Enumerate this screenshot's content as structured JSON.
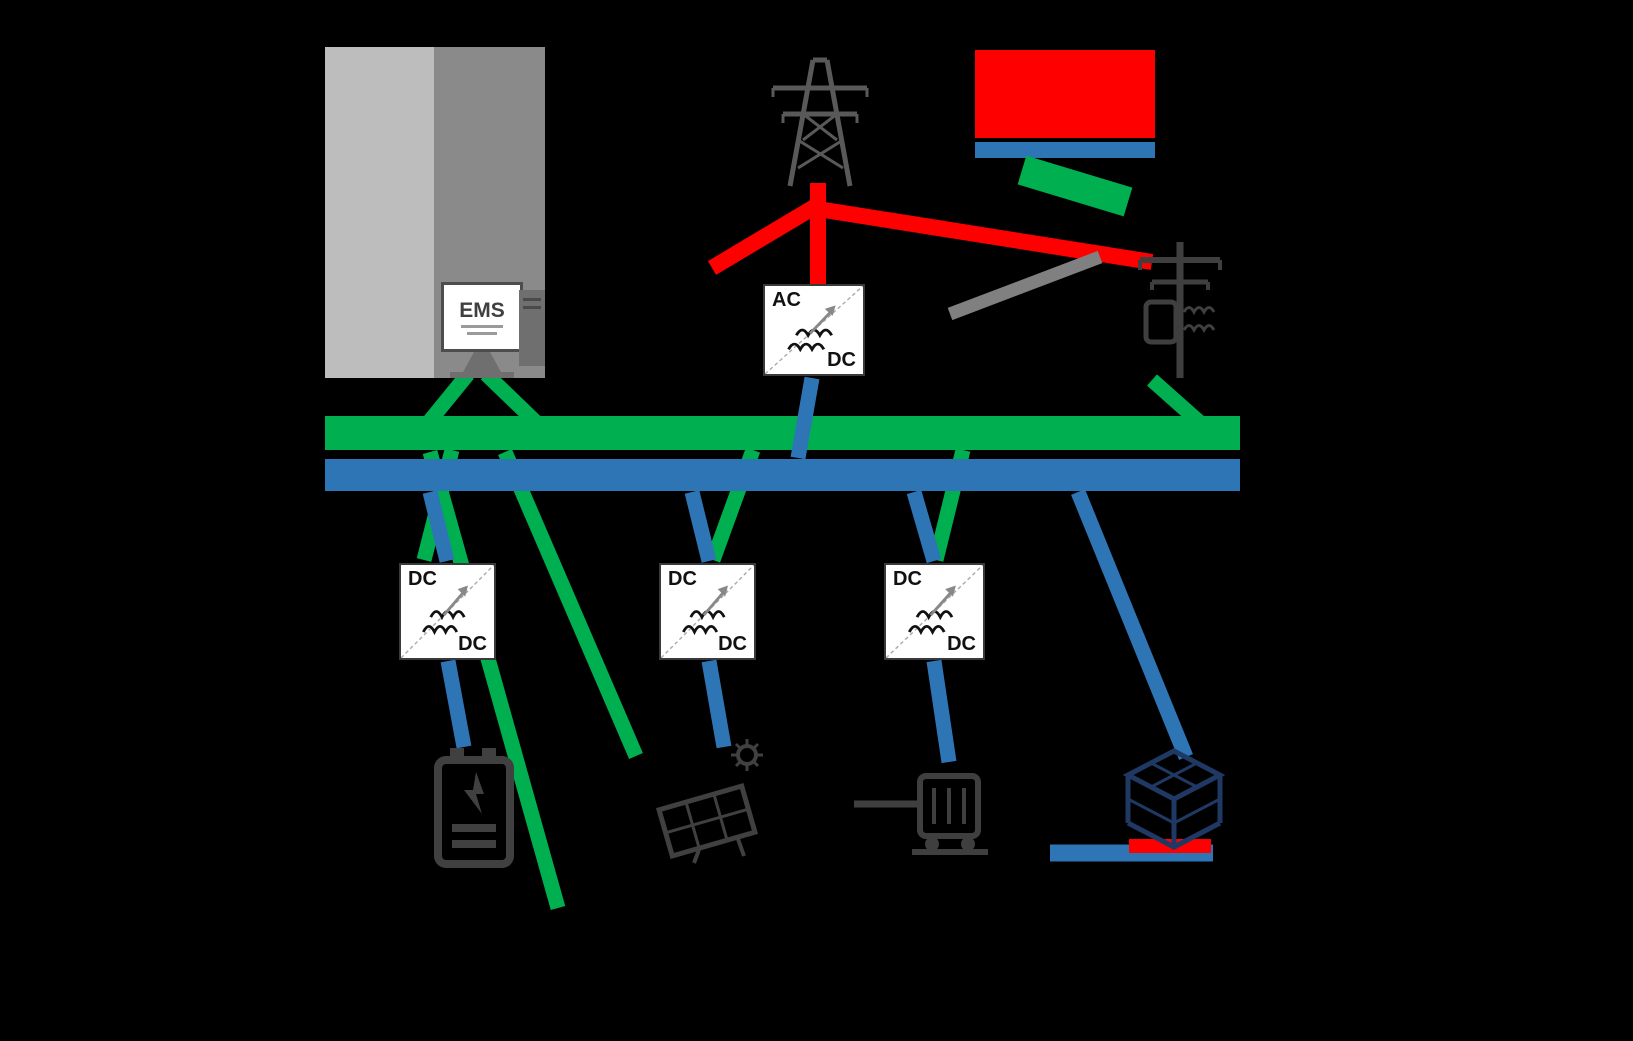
{
  "background": "#000000",
  "colors": {
    "ac_line": "#FF0000",
    "dc_line": "#2E75B6",
    "communication_line": "#00B050",
    "structure_gray": "#8A8A8A",
    "building_gray": "#BDBDBD",
    "icon_dark": "#3F3F3F",
    "home_navy": "#1F3864"
  },
  "ems": {
    "screen_label": "EMS"
  },
  "converters": [
    {
      "id": "ac-dc",
      "top_label": "AC",
      "bottom_label": "DC"
    },
    {
      "id": "dc-dc-1",
      "top_label": "DC",
      "bottom_label": "DC"
    },
    {
      "id": "dc-dc-2",
      "top_label": "DC",
      "bottom_label": "DC"
    },
    {
      "id": "dc-dc-3",
      "top_label": "DC",
      "bottom_label": "DC"
    }
  ],
  "legend": {
    "items": [
      {
        "name": "ac-line",
        "color": "#FF0000"
      },
      {
        "name": "dc-line",
        "color": "#2E75B6"
      },
      {
        "name": "communication-line",
        "color": "#00B050"
      }
    ]
  }
}
